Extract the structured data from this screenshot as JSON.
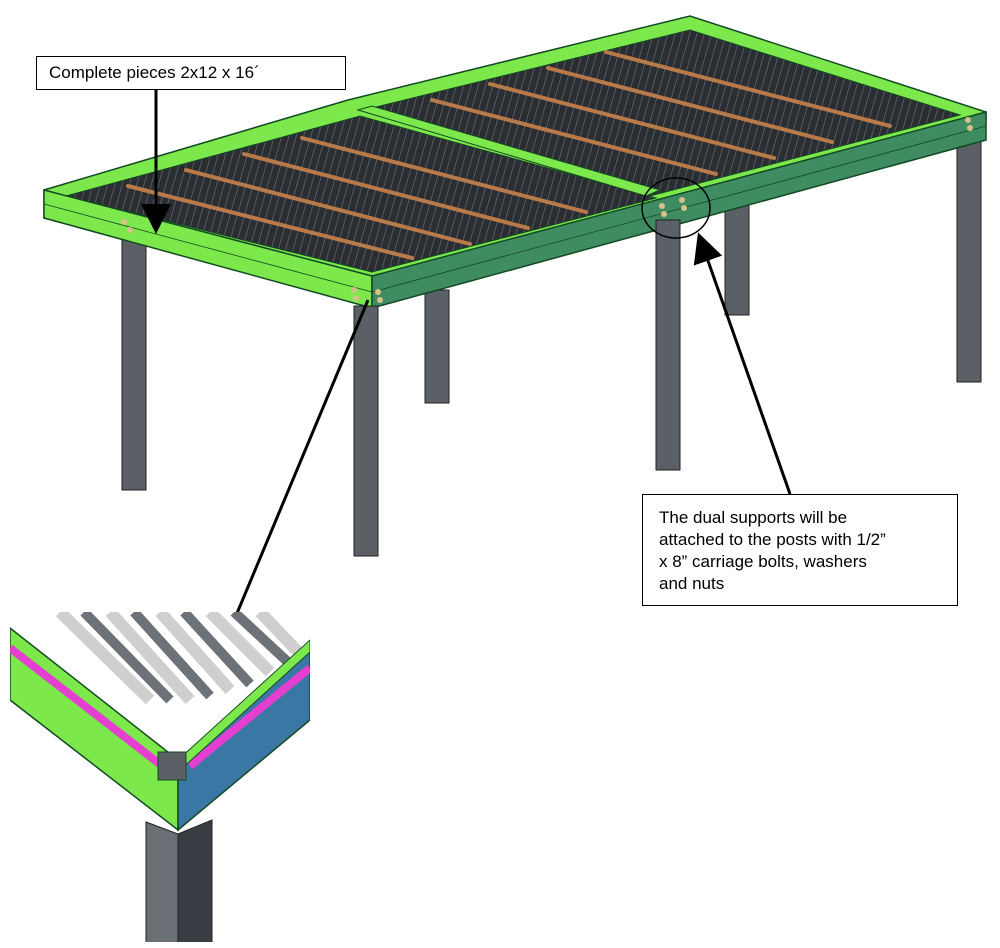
{
  "callouts": {
    "pieces": "Complete pieces 2x12 x 16´",
    "supports_lines": [
      "The dual supports will be",
      "attached to the posts with 1/2”",
      "x 8” carriage bolts, washers",
      "and nuts"
    ]
  },
  "colors": {
    "beam_top": "#7ce84c",
    "beam_side": "#3f8c62",
    "beam_outline": "#134a22",
    "post": "#5b5f66",
    "post_dark": "#3a3d43",
    "joist_field": "#2a2d31",
    "purlin": "#b97a4a",
    "bolt": "#d8c08a",
    "inset_pink": "#e43fd0",
    "inset_blue": "#3a77a5"
  }
}
